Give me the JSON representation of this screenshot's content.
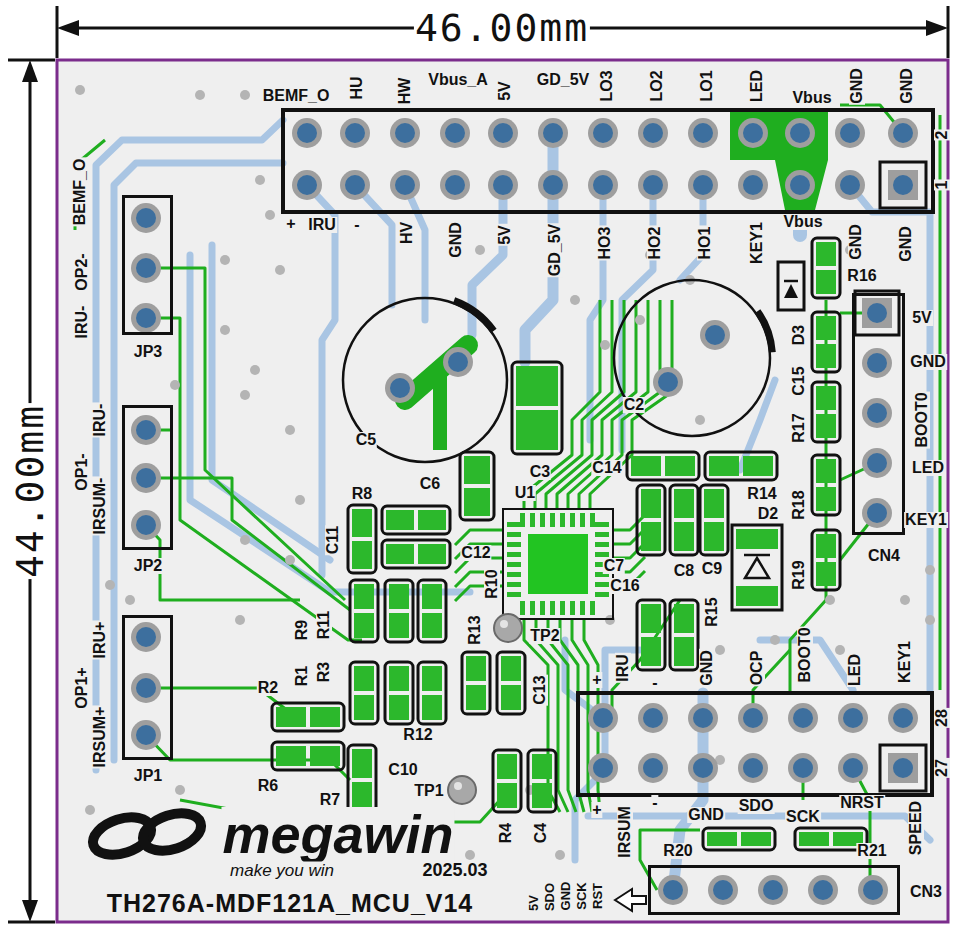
{
  "diagram": {
    "nodes": [
      {
        "text": [
          "JP3"
        ]
      },
      {
        "text": [
          "C5"
        ]
      },
      {
        "text": [
          "C2"
        ]
      },
      {
        "text": [
          "CN4"
        ]
      },
      {
        "text": [
          "JP2"
        ]
      },
      {
        "text": [
          "U1"
        ]
      },
      {
        "text": [
          "TP2"
        ]
      },
      {
        "text": [
          "JP1"
        ]
      },
      {
        "text": [
          "TP1"
        ]
      },
      {
        "text": [
          "CN3"
        ]
      }
    ],
    "labels": [
      "46.00mm",
      "44.00mm",
      "BEMF_O",
      "HU",
      "HW",
      "Vbus_A",
      "5V",
      "GD_5V",
      "LO3",
      "LO2",
      "LO1",
      "LED",
      "Vbus",
      "GND",
      "GND",
      "2",
      "1",
      "+",
      "IRU",
      "-",
      "HV",
      "GND",
      "5V",
      "GD_5V",
      "HO3",
      "HO2",
      "HO1",
      "KEY1",
      "Vbus",
      "GND",
      "GND",
      "BEMF_O",
      "OP2-",
      "IRU-",
      "IRU-",
      "OP1-",
      "IRSUM-",
      "IRU+",
      "OP1+",
      "IRSUM+",
      "C3",
      "C6",
      "R8",
      "C11",
      "C12",
      "R10",
      "R9",
      "R11",
      "R1",
      "R3",
      "R13",
      "C13",
      "R12",
      "R2",
      "R6",
      "R7",
      "C10",
      "R4",
      "C4",
      "C14",
      "R14",
      "D2",
      "C7",
      "C16",
      "C8",
      "C9",
      "R15",
      "R16",
      "D3",
      "C15",
      "R17",
      "R18",
      "R19",
      "5V",
      "GND",
      "BOOT0",
      "LED",
      "KEY1",
      "+",
      "IRU",
      "-",
      "GND",
      "OCP",
      "BOOT0",
      "LED",
      "KEY1",
      "28",
      "27",
      "+",
      "IRSUM",
      "-",
      "GND",
      "SDO",
      "SCK",
      "NRST",
      "SPEED",
      "R20",
      "R21",
      "5V",
      "SDO",
      "GND",
      "SCK",
      "RST",
      "megawin",
      "make you win",
      "2025.03",
      "TH276A-MDF121A_MCU_V14"
    ]
  }
}
